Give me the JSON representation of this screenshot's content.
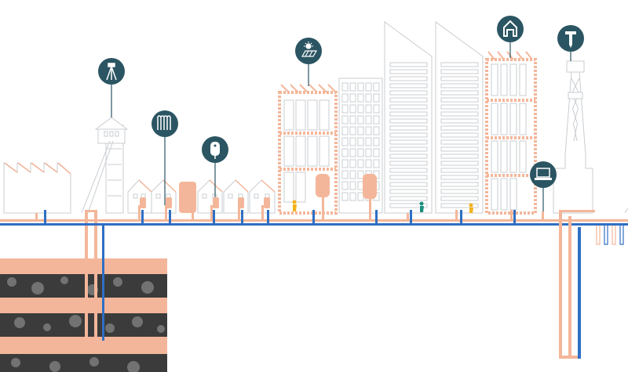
{
  "colors": {
    "heat_pipe": "#f4b69a",
    "cold_pipe": "#2f6fc4",
    "outline": "#c9cdd1",
    "icon_fill": "#2b5563",
    "person_yellow": "#f2b21b",
    "person_teal": "#1b8f7c",
    "rock_dark": "#3a3a3a"
  },
  "icons": [
    {
      "id": "mine-headframe",
      "name": "mine-drill-icon",
      "glyph": "drill"
    },
    {
      "id": "radiator",
      "name": "radiator-icon",
      "glyph": "radiator"
    },
    {
      "id": "water-heater",
      "name": "water-heater-icon",
      "glyph": "boiler"
    },
    {
      "id": "solar-thermal",
      "name": "solar-panel-icon",
      "glyph": "solar"
    },
    {
      "id": "house",
      "name": "house-icon",
      "glyph": "house"
    },
    {
      "id": "data-center",
      "name": "computer-icon",
      "glyph": "laptop"
    },
    {
      "id": "borehole",
      "name": "borehole-drill-icon",
      "glyph": "borehole"
    }
  ]
}
